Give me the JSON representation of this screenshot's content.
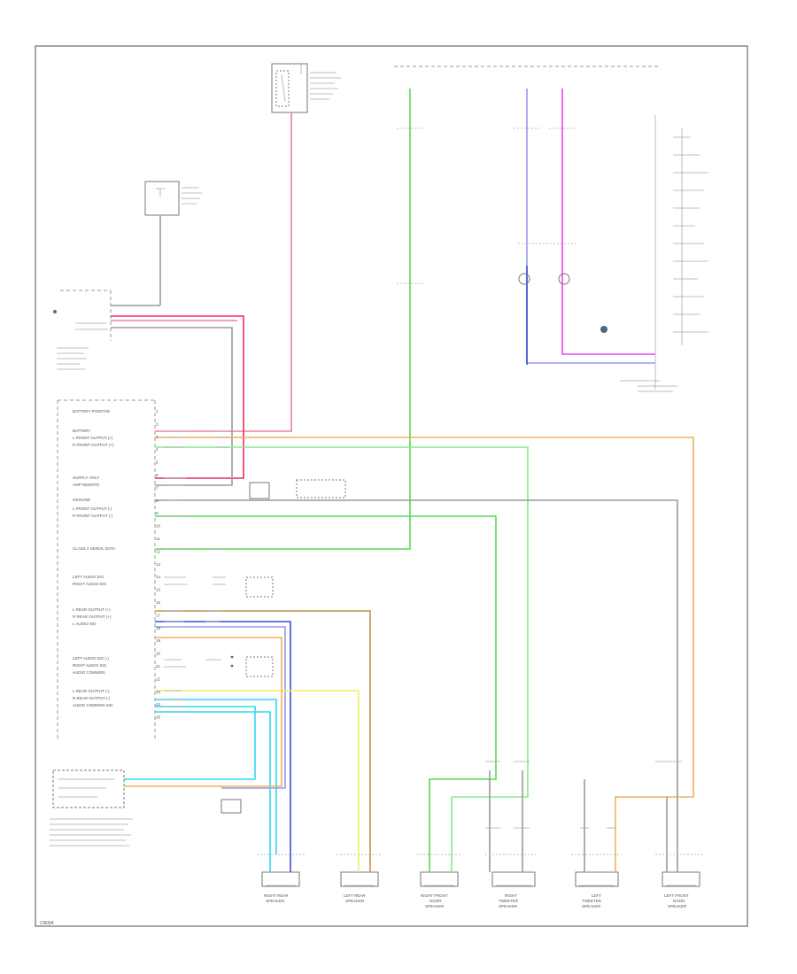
{
  "diagram": {
    "footer_code": "CR004",
    "components": {
      "radio_amp": {
        "pin_labels": [
          "BATTERY POSITIVE",
          "BATTERY",
          "L FRONT OUTPUT (+)",
          "R FRONT OUTPUT (+)",
          "SUPPLY VOLT",
          "AMP REMOTE",
          "GROUND",
          "L FRONT OUTPUT (-)",
          "R FRONT OUTPUT (-)",
          "CLASS 2 SERIAL DATA",
          "LEFT AUDIO SIG",
          "RIGHT AUDIO SIG",
          "L REAR OUTPUT (+)",
          "R REAR OUTPUT (+)",
          "L AUDIO SIG",
          "LEFT AUDIO SIG (-)",
          "RIGHT AUDIO SIG",
          "AUDIO COMMON",
          "L REAR OUTPUT (-)",
          "R REAR OUTPUT (-)",
          "AUDIO COMMON SIG"
        ],
        "pin_numbers": [
          "1",
          "2",
          "3",
          "4",
          "5",
          "6",
          "7",
          "8",
          "9",
          "10",
          "11",
          "12",
          "13",
          "14",
          "15",
          "16",
          "17",
          "18",
          "19",
          "20",
          "21",
          "22",
          "23",
          "24",
          "25"
        ]
      },
      "speakers": [
        {
          "label_lines": [
            "RIGHT REAR",
            "SPEAKER"
          ]
        },
        {
          "label_lines": [
            "LEFT REAR",
            "SPEAKER"
          ]
        },
        {
          "label_lines": [
            "RIGHT FRONT",
            "DOOR",
            "SPEAKER"
          ]
        },
        {
          "label_lines": [
            "RIGHT",
            "TWEETER",
            "SPEAKER"
          ]
        },
        {
          "label_lines": [
            "LEFT",
            "TWEETER",
            "SPEAKER"
          ]
        },
        {
          "label_lines": [
            "LEFT FRONT",
            "DOOR",
            "SPEAKER"
          ]
        }
      ]
    },
    "colors": {
      "pink": "#f080a0",
      "red": "#e8325a",
      "green": "#58d858",
      "light_green": "#8ae88a",
      "orange": "#f0b060",
      "tan": "#c09050",
      "blue": "#3a4fd8",
      "light_blue": "#9898f0",
      "cyan": "#30d8f0",
      "yellow": "#f0f060",
      "magenta": "#f040f0",
      "gray": "#9a9a9a"
    }
  }
}
